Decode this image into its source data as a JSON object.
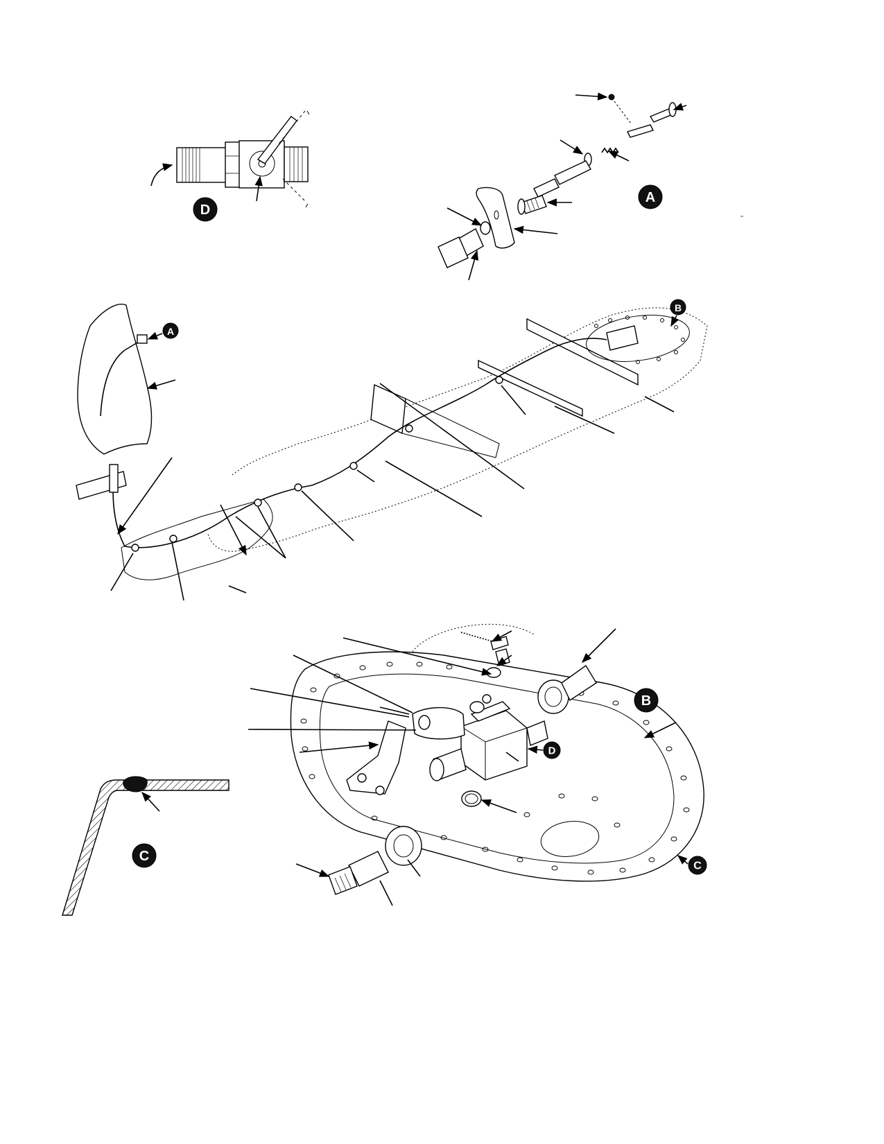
{
  "detail_labels": {
    "a_main": "A",
    "a_callout": "A",
    "b_main": "B",
    "b_callout": "B",
    "c_main": "C",
    "c_callout": "C",
    "d_main": "D",
    "d_callout": "D"
  },
  "colors": {
    "ink": "#000000",
    "paper": "#ffffff",
    "badge": "#111111"
  }
}
